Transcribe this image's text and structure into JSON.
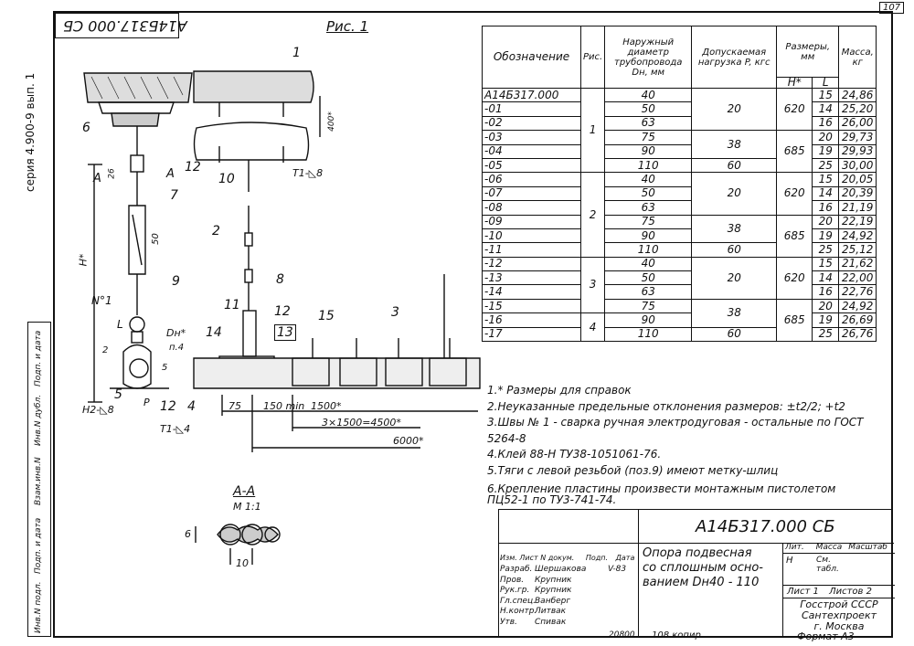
{
  "sheet": {
    "sheet_no": "107",
    "stamp_code": "А14Б317.000 СБ",
    "series_text": "серия 4.900-9 вып. 1",
    "figure_title": "Рис. 1",
    "section_title": "А-А",
    "section_scale": "М 1:1"
  },
  "left_strip": {
    "labels": [
      "Инв.N подл.",
      "Подп. и дата",
      "Взам.инв.N",
      "Инв.N дубл.",
      "Подп. и дата"
    ]
  },
  "drawing_labels": {
    "callouts": [
      "1",
      "2",
      "3",
      "4",
      "5",
      "6",
      "7",
      "8",
      "9",
      "10",
      "11",
      "12",
      "13",
      "14",
      "15"
    ],
    "dim_400": "400*",
    "dim_26": "26",
    "dim_50": "50",
    "dim_h": "H*",
    "dim_L": "L",
    "dim_dn": "Dн*",
    "dim_p4": "п.4",
    "dim_5": "5",
    "dim_2": "2",
    "weld_t1_top": "Т1-◺8",
    "weld_t1_bottom": "Т1-◺4",
    "weld_n2": "Н2-◺8",
    "weld_n1": "N°1",
    "load_P": "P",
    "section_A": "А",
    "dim_75": "75",
    "dim_150": "150 min",
    "dim_1500": "1500*",
    "dim_3x1500": "3×1500=4500*",
    "dim_6000": "6000*",
    "sect_6": "6",
    "sect_10": "10"
  },
  "spec_table": {
    "headers": {
      "designation": "Обозначение",
      "fig": "Рис.",
      "diameter": "Наружный диаметр трубопровода Dн, мм",
      "load": "Допускаемая нагрузка P, кгс",
      "sizes": "Размеры, мм",
      "h": "H*",
      "l": "L",
      "mass": "Масса, кг"
    },
    "rows": [
      {
        "d": "А14Б317.000",
        "dn": "40",
        "l": "15",
        "m": "24,86"
      },
      {
        "d": "-01",
        "dn": "50",
        "l": "14",
        "m": "25,20"
      },
      {
        "d": "-02",
        "dn": "63",
        "l": "16",
        "m": "26,00"
      },
      {
        "d": "-03",
        "dn": "75",
        "l": "20",
        "m": "29,73"
      },
      {
        "d": "-04",
        "dn": "90",
        "l": "19",
        "m": "29,93"
      },
      {
        "d": "-05",
        "dn": "110",
        "l": "25",
        "m": "30,00"
      },
      {
        "d": "-06",
        "dn": "40",
        "l": "15",
        "m": "20,05"
      },
      {
        "d": "-07",
        "dn": "50",
        "l": "14",
        "m": "20,39"
      },
      {
        "d": "-08",
        "dn": "63",
        "l": "16",
        "m": "21,19"
      },
      {
        "d": "-09",
        "dn": "75",
        "l": "20",
        "m": "22,19"
      },
      {
        "d": "-10",
        "dn": "90",
        "l": "19",
        "m": "24,92"
      },
      {
        "d": "-11",
        "dn": "110",
        "l": "25",
        "m": "25,12"
      },
      {
        "d": "-12",
        "dn": "40",
        "l": "15",
        "m": "21,62"
      },
      {
        "d": "-13",
        "dn": "50",
        "l": "14",
        "m": "22,00"
      },
      {
        "d": "-14",
        "dn": "63",
        "l": "16",
        "m": "22,76"
      },
      {
        "d": "-15",
        "dn": "75",
        "l": "20",
        "m": "24,92"
      },
      {
        "d": "-16",
        "dn": "90",
        "l": "19",
        "m": "26,69"
      },
      {
        "d": "-17",
        "dn": "110",
        "l": "25",
        "m": "26,76"
      }
    ],
    "fig_groups": [
      "1",
      "2",
      "3",
      "4"
    ],
    "load_groups": [
      "20",
      "38",
      "60",
      "20",
      "38",
      "60",
      "20",
      "38",
      "60"
    ],
    "h_groups": [
      "620",
      "685",
      "620",
      "685",
      "620",
      "685"
    ]
  },
  "notes": [
    "1.* Размеры для справок",
    "2.Неуказанные предельные отклонения размеров: ±t2/2; +t2",
    "3.Швы № 1 - сварка ручная электродуговая - остальные по ГОСТ 5264-8",
    "4.Клей 88-Н ТУ38-1051061-76.",
    "5.Тяги с левой резьбой (поз.9) имеют метку-шлиц",
    "6.Крепление пластины произвести монтажным пистолетом",
    "ПЦ52-1 по ТУ3-741-74."
  ],
  "title_block": {
    "doc_code": "А14Б317.000 СБ",
    "title_line1": "Опора подвесная",
    "title_line2": "со сплошным осно-",
    "title_line3": "ванием Dн40 - 110",
    "col_headers": [
      "Изм.",
      "Лист",
      "N докум.",
      "Подп.",
      "Дата"
    ],
    "roles": [
      {
        "role": "Разраб.",
        "name": "Шершакова",
        "date": "V-83"
      },
      {
        "role": "Пров.",
        "name": "Крупник",
        "date": ""
      },
      {
        "role": "Рук.гр.",
        "name": "Крупник",
        "date": ""
      },
      {
        "role": "Гл.спец.",
        "name": "Ванберг",
        "date": ""
      },
      {
        "role": "Н.контр.",
        "name": "Литвак",
        "date": ""
      },
      {
        "role": "Утв.",
        "name": "Спивак",
        "date": ""
      }
    ],
    "lit": "Лит.",
    "lit_value": "Н",
    "mass": "Масса",
    "mass_value": "См. табл.",
    "scale": "Масштаб",
    "sheet": "Лист 1",
    "sheets": "Листов 2",
    "org1": "Госстрой СССР",
    "org2": "Сантехпроект",
    "org3": "г. Москва",
    "footer_num": "20800",
    "footer_copy": "108 копир.",
    "format": "Формат А3"
  }
}
